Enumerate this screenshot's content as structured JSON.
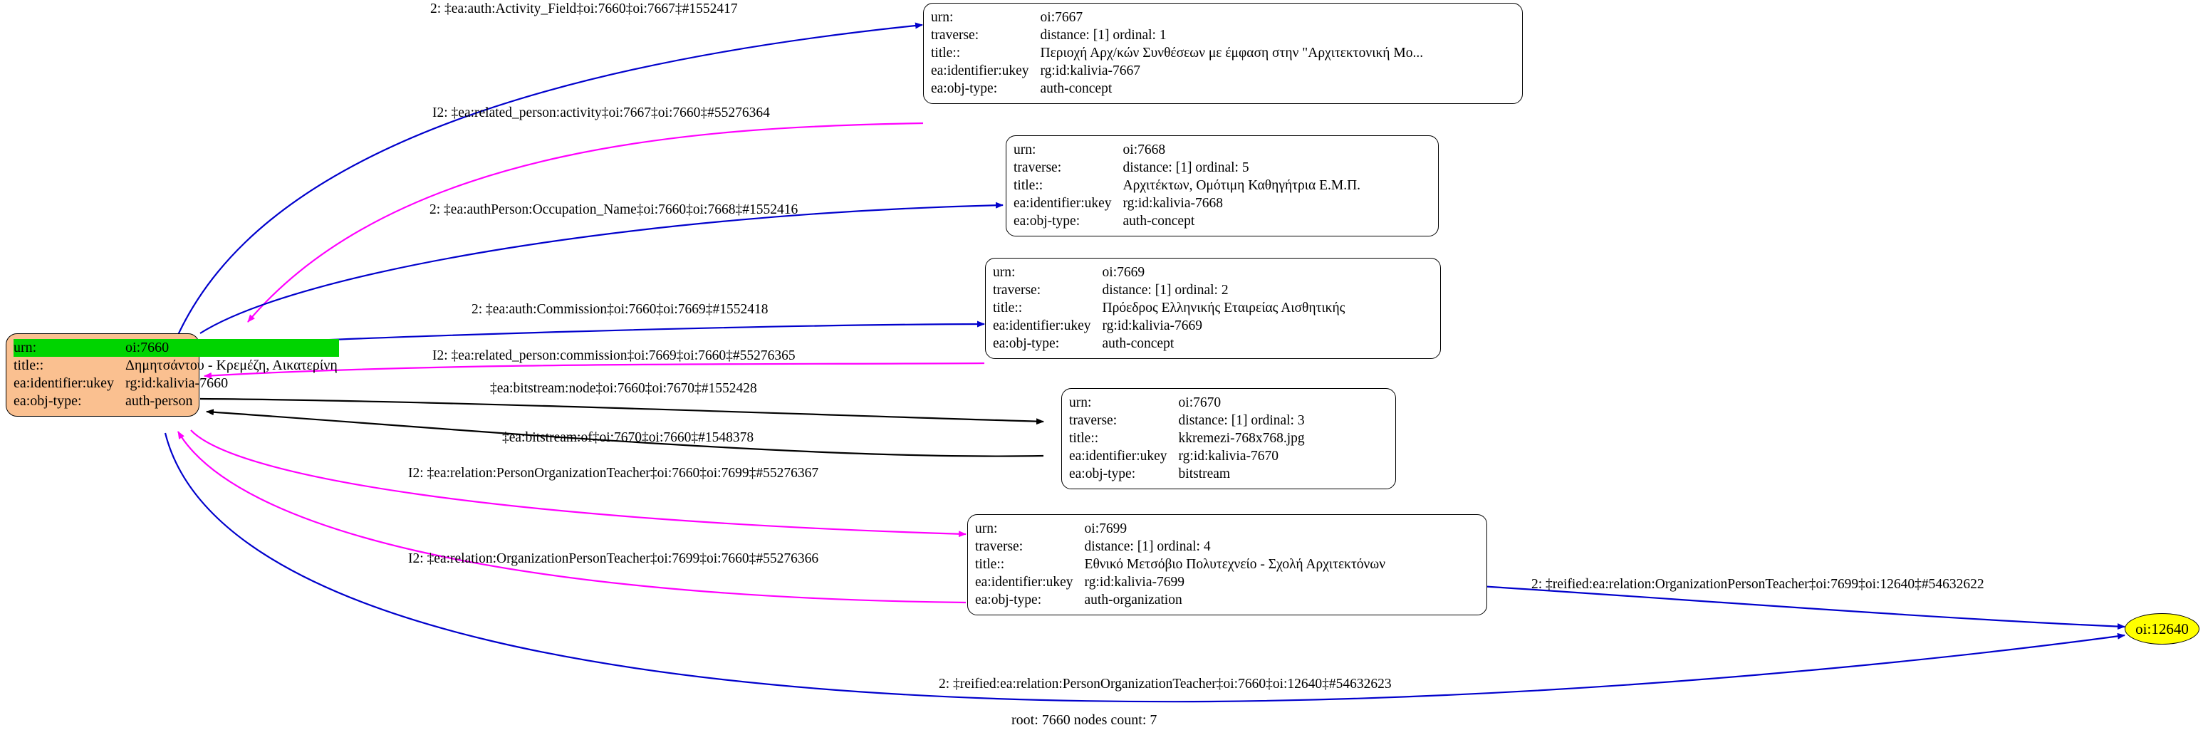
{
  "graph": {
    "caption": "root: 7660 nodes count: 7",
    "colors": {
      "root_fill": "#fac090",
      "highlight_fill": "#00d400",
      "leaf_fill": "#ffff00",
      "edge_blue": "#0000cc",
      "edge_magenta": "#ff00ff",
      "edge_black": "#000000"
    },
    "field_labels": {
      "urn": "urn:",
      "traverse": "traverse:",
      "title": "title::",
      "ukey": "ea:identifier:ukey",
      "objtype": "ea:obj-type:"
    }
  },
  "nodes": [
    {
      "id": "root-7660",
      "shape": "record",
      "urn": "oi:7660",
      "traverse": null,
      "title": "Δημητσάντου - Κρεμέζη, Αικατερίνη",
      "ukey": "rg:id:kalivia-7660",
      "objtype": "auth-person"
    },
    {
      "id": "node-7667",
      "shape": "record",
      "urn": "oi:7667",
      "traverse": "distance: [1]     ordinal: 1",
      "title": "Περιοχή Αρχ/κών Συνθέσεων με έμφαση στην \"Αρχιτεκτονική Μο...",
      "ukey": "rg:id:kalivia-7667",
      "objtype": "auth-concept"
    },
    {
      "id": "node-7668",
      "shape": "record",
      "urn": "oi:7668",
      "traverse": "distance: [1]     ordinal: 5",
      "title": "Αρχιτέκτων, Ομότιμη Καθηγήτρια Ε.Μ.Π.",
      "ukey": "rg:id:kalivia-7668",
      "objtype": "auth-concept"
    },
    {
      "id": "node-7669",
      "shape": "record",
      "urn": "oi:7669",
      "traverse": "distance: [1]     ordinal: 2",
      "title": "Πρόεδρος Ελληνικής Εταιρείας Αισθητικής",
      "ukey": "rg:id:kalivia-7669",
      "objtype": "auth-concept"
    },
    {
      "id": "node-7670",
      "shape": "record",
      "urn": "oi:7670",
      "traverse": "distance: [1]     ordinal: 3",
      "title": "kkremezi-768x768.jpg",
      "ukey": "rg:id:kalivia-7670",
      "objtype": "bitstream"
    },
    {
      "id": "node-7699",
      "shape": "record",
      "urn": "oi:7699",
      "traverse": "distance: [1]     ordinal: 4",
      "title": "Εθνικό Μετσόβιο Πολυτεχνείο - Σχολή Αρχιτεκτόνων",
      "ukey": "rg:id:kalivia-7699",
      "objtype": "auth-organization"
    },
    {
      "id": "node-12640",
      "shape": "ellipse",
      "label": "oi:12640"
    }
  ],
  "edges": [
    {
      "id": "e1",
      "label": "2: ‡ea:auth:Activity_Field‡oi:7660‡oi:7667‡#1552417",
      "color": "#0000cc",
      "from": "root-7660",
      "to": "node-7667"
    },
    {
      "id": "e2",
      "label": "I2: ‡ea:related_person:activity‡oi:7667‡oi:7660‡#55276364",
      "color": "#ff00ff",
      "from": "node-7667",
      "to": "root-7660"
    },
    {
      "id": "e3",
      "label": "2: ‡ea:authPerson:Occupation_Name‡oi:7660‡oi:7668‡#1552416",
      "color": "#0000cc",
      "from": "root-7660",
      "to": "node-7668"
    },
    {
      "id": "e4",
      "label": "2: ‡ea:auth:Commission‡oi:7660‡oi:7669‡#1552418",
      "color": "#0000cc",
      "from": "root-7660",
      "to": "node-7669"
    },
    {
      "id": "e5",
      "label": "I2: ‡ea:related_person:commission‡oi:7669‡oi:7660‡#55276365",
      "color": "#ff00ff",
      "from": "node-7669",
      "to": "root-7660"
    },
    {
      "id": "e6",
      "label": "‡ea:bitstream:node‡oi:7660‡oi:7670‡#1552428",
      "color": "#000000",
      "from": "root-7660",
      "to": "node-7670"
    },
    {
      "id": "e7",
      "label": "‡ea:bitstream:of‡oi:7670‡oi:7660‡#1548378",
      "color": "#000000",
      "from": "node-7670",
      "to": "root-7660"
    },
    {
      "id": "e8",
      "label": "I2: ‡ea:relation:PersonOrganizationTeacher‡oi:7660‡oi:7699‡#55276367",
      "color": "#ff00ff",
      "from": "root-7660",
      "to": "node-7699"
    },
    {
      "id": "e9",
      "label": "I2: ‡ea:relation:OrganizationPersonTeacher‡oi:7699‡oi:7660‡#55276366",
      "color": "#ff00ff",
      "from": "node-7699",
      "to": "root-7660"
    },
    {
      "id": "e10",
      "label": "2: ‡reified:ea:relation:OrganizationPersonTeacher‡oi:7699‡oi:12640‡#54632622",
      "color": "#0000cc",
      "from": "node-7699",
      "to": "node-12640"
    },
    {
      "id": "e11",
      "label": "2: ‡reified:ea:relation:PersonOrganizationTeacher‡oi:7660‡oi:12640‡#54632623",
      "color": "#0000cc",
      "from": "root-7660",
      "to": "node-12640"
    }
  ]
}
